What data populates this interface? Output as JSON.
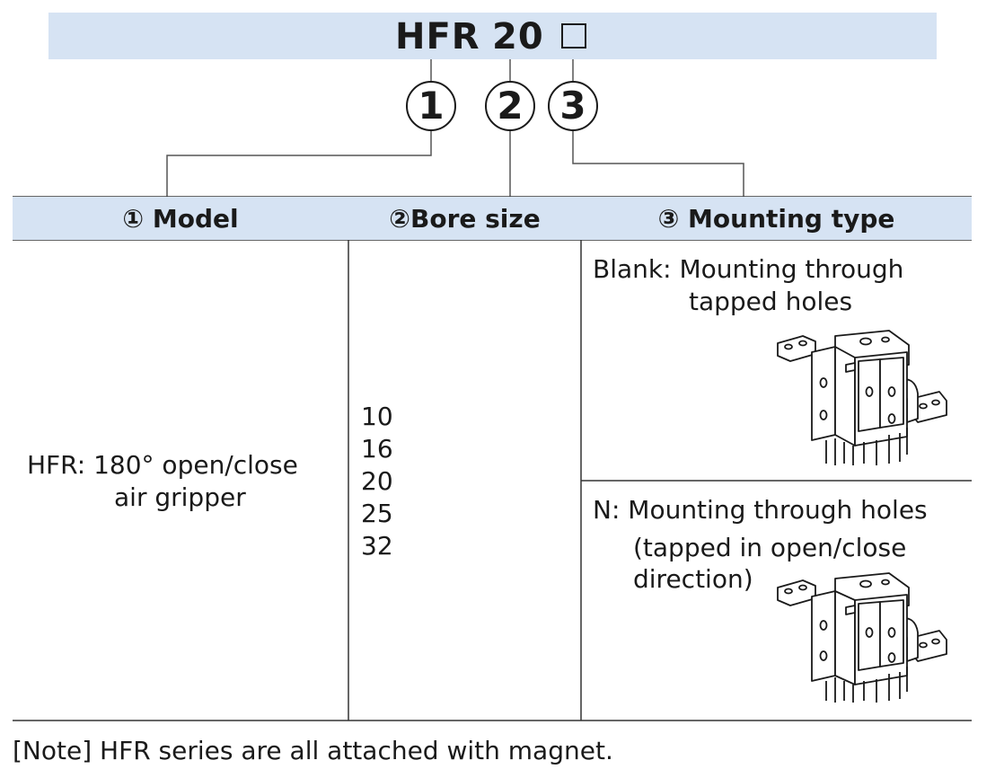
{
  "code": {
    "series": "HFR",
    "bore": "20",
    "mounting_placeholder": ""
  },
  "callouts": [
    "1",
    "2",
    "3"
  ],
  "table": {
    "headers": {
      "model": "① Model",
      "bore": "②Bore size",
      "mounting": "③ Mounting type"
    },
    "model": {
      "line1": "HFR: 180°  open/close",
      "line2": "air gripper"
    },
    "bore_sizes": [
      "10",
      "16",
      "20",
      "25",
      "32"
    ],
    "mounting_options": [
      {
        "line1": "Blank: Mounting through",
        "line2": "tapped holes"
      },
      {
        "line1": "N: Mounting through holes",
        "line2": "(tapped in open/close",
        "line3": "direction)"
      }
    ]
  },
  "note": "[Note] HFR series are all attached with magnet."
}
